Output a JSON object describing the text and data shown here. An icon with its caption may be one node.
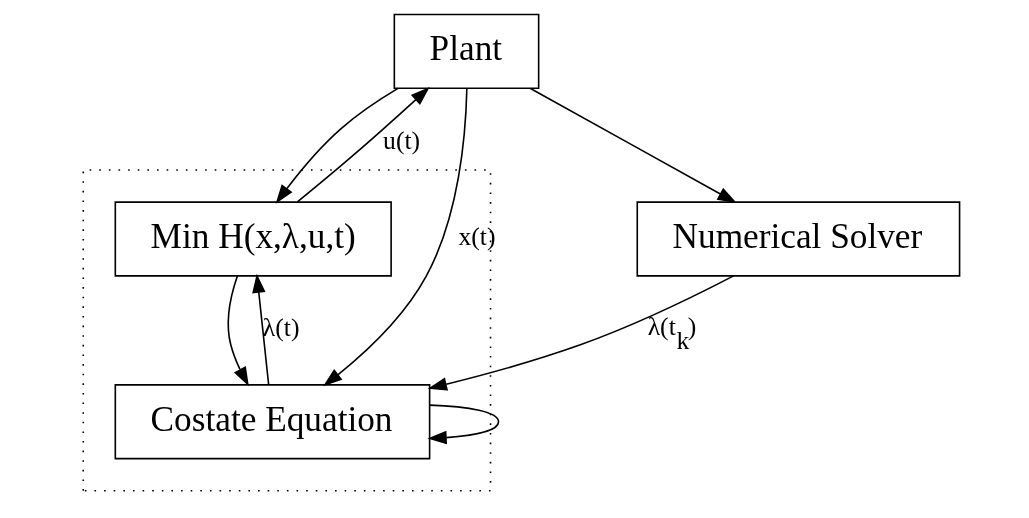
{
  "diagram": {
    "nodes": [
      {
        "text": [
          "Plant"
        ]
      },
      {
        "text": [],
        "shape": "box"
      },
      {
        "text": [
          "Min H(x,λ,u,t)"
        ],
        "in": 1
      },
      {
        "text": [
          "Costate Equation"
        ],
        "in": 1
      },
      {
        "text": [
          "Numerical Solver"
        ]
      }
    ],
    "edges": [
      {
        "from": 0,
        "to": 4,
        "arrow": "to"
      },
      {
        "from": 0,
        "to": 3,
        "arrow": "to",
        "label": "x(t)"
      },
      {
        "from": 0,
        "to": 2,
        "arrow": "to"
      },
      {
        "from": 2,
        "to": 0,
        "arrow": "to",
        "label": "u(t)"
      },
      {
        "from": 2,
        "to": 3,
        "arrow": "to"
      },
      {
        "from": 3,
        "to": 2,
        "arrow": "to",
        "label": "λ(t)"
      },
      {
        "from": 3,
        "to": 3,
        "arrow": "to"
      },
      {
        "from": 4,
        "to": 3,
        "arrow": "to",
        "label": "λ(t$_{k}$)"
      }
    ]
  }
}
